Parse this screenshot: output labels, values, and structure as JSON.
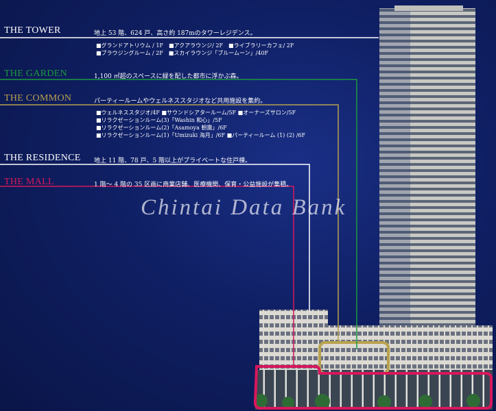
{
  "sections": {
    "tower": {
      "title": "THE TOWER",
      "desc": "地上 53 階、624 戸、高さ約 187mのタワーレジデンス。",
      "facilities": [
        "■グランドアトリウム / 1F　■アクアラウンジ/ 2F　■ライブラリーカフェ/ 2F",
        "■ブラウジングルーム / 2F　■スカイラウンジ「ブルームーン」/40F"
      ],
      "color": "#ffffff"
    },
    "garden": {
      "title": "THE GARDEN",
      "desc": "1,100 ㎡超のスペースに緑を配した都市に浮かぶ森。",
      "color": "#1c9a3e"
    },
    "common": {
      "title": "THE COMMON",
      "desc": "パーティールームやウェルネススタジオなど共用施設を集約。",
      "facilities": [
        "■ウェルネススタジオ/4F ■サウンドシアタールーム/5F ■オーナーズサロン/5F",
        "■リラクゼーションルーム(3)「Washin 和心」/5F",
        "■リラクゼーションルーム(2)「Asamoya 朝靄」/6F",
        "■リラクゼーションルーム(1)「Umizuki 海月」/6F ■パーティールーム (1) (2) /6F"
      ],
      "color": "#b8a24e"
    },
    "residence": {
      "title": "THE RESIDENCE",
      "desc": "地上 11 階、78 戸、5 階以上がプライベートな住戸棟。",
      "color": "#ffffff"
    },
    "mall": {
      "title": "THE MALL",
      "desc": "1 階～ 4 階の 35 区画に商業店舗、医療機関、保育・公益施設が集積。",
      "color": "#d8175c"
    }
  },
  "watermark": "Chintai Data Bank"
}
